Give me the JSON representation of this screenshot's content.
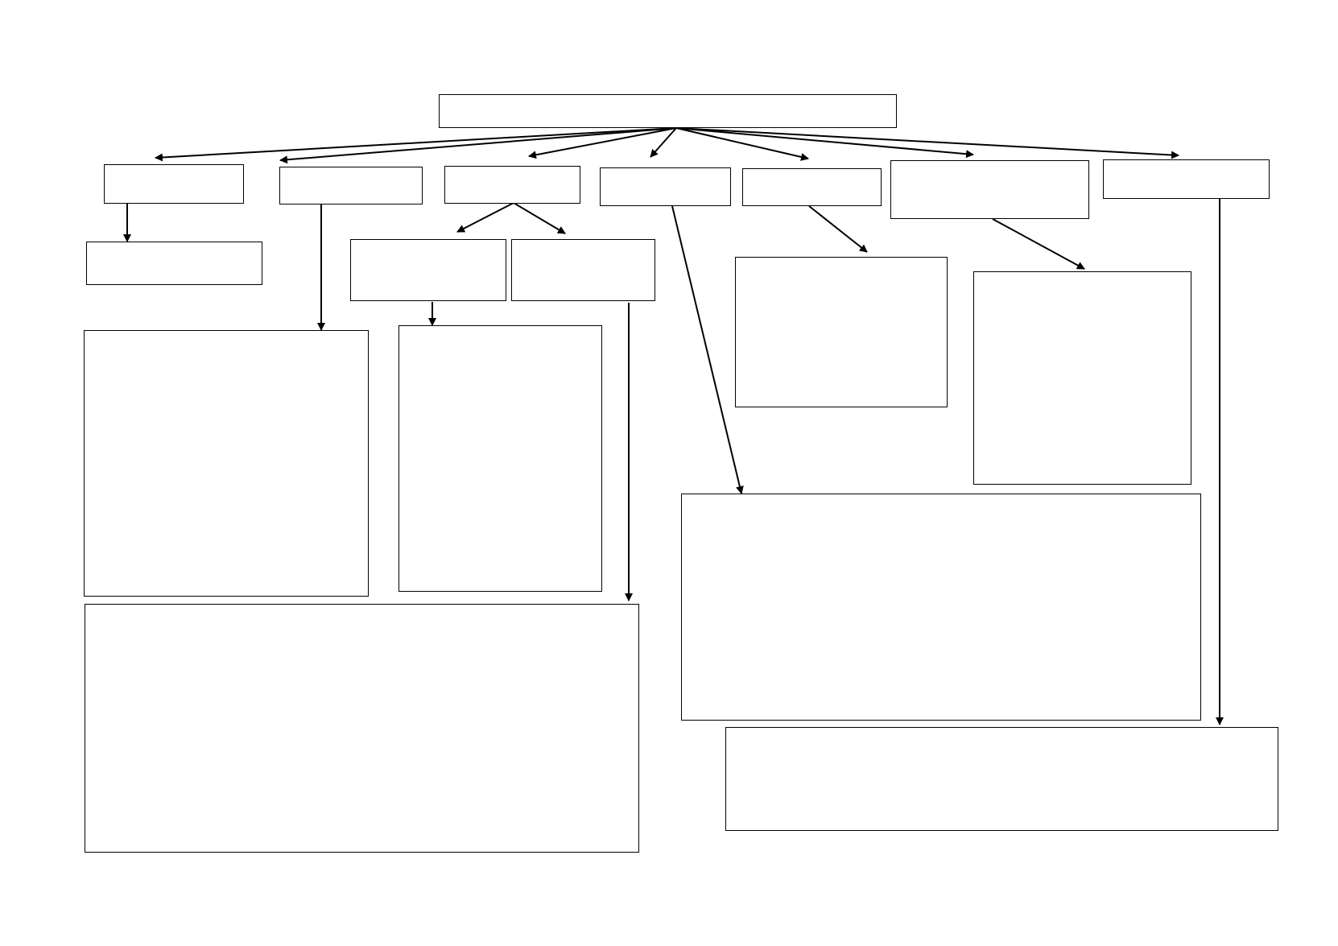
{
  "diagram": {
    "colors": {
      "background": "#ffffff",
      "stroke": "#000000"
    },
    "boxes": [
      {
        "id": "root",
        "label": ""
      },
      {
        "id": "level1-a",
        "label": ""
      },
      {
        "id": "level1-b",
        "label": ""
      },
      {
        "id": "level1-c",
        "label": ""
      },
      {
        "id": "level1-d",
        "label": ""
      },
      {
        "id": "level1-e",
        "label": ""
      },
      {
        "id": "level1-f",
        "label": ""
      },
      {
        "id": "level1-g",
        "label": ""
      },
      {
        "id": "level2-a1",
        "label": ""
      },
      {
        "id": "level2-c1",
        "label": ""
      },
      {
        "id": "level2-c2",
        "label": ""
      },
      {
        "id": "detail-b",
        "label": ""
      },
      {
        "id": "detail-c1",
        "label": ""
      },
      {
        "id": "detail-c2",
        "label": ""
      },
      {
        "id": "detail-e",
        "label": ""
      },
      {
        "id": "detail-f",
        "label": ""
      },
      {
        "id": "detail-d",
        "label": ""
      },
      {
        "id": "detail-g",
        "label": ""
      }
    ],
    "connections": [
      {
        "from": "root",
        "to": "level1-a"
      },
      {
        "from": "root",
        "to": "level1-b"
      },
      {
        "from": "root",
        "to": "level1-c"
      },
      {
        "from": "root",
        "to": "level1-d"
      },
      {
        "from": "root",
        "to": "level1-e"
      },
      {
        "from": "root",
        "to": "level1-f"
      },
      {
        "from": "root",
        "to": "level1-g"
      },
      {
        "from": "level1-a",
        "to": "level2-a1"
      },
      {
        "from": "level1-b",
        "to": "detail-b"
      },
      {
        "from": "level1-c",
        "to": "level2-c1"
      },
      {
        "from": "level1-c",
        "to": "level2-c2"
      },
      {
        "from": "level2-c1",
        "to": "detail-c1"
      },
      {
        "from": "level2-c2",
        "to": "detail-c2"
      },
      {
        "from": "level1-d",
        "to": "detail-d"
      },
      {
        "from": "level1-e",
        "to": "detail-e"
      },
      {
        "from": "level1-f",
        "to": "detail-f"
      },
      {
        "from": "level1-g",
        "to": "detail-g"
      }
    ]
  }
}
